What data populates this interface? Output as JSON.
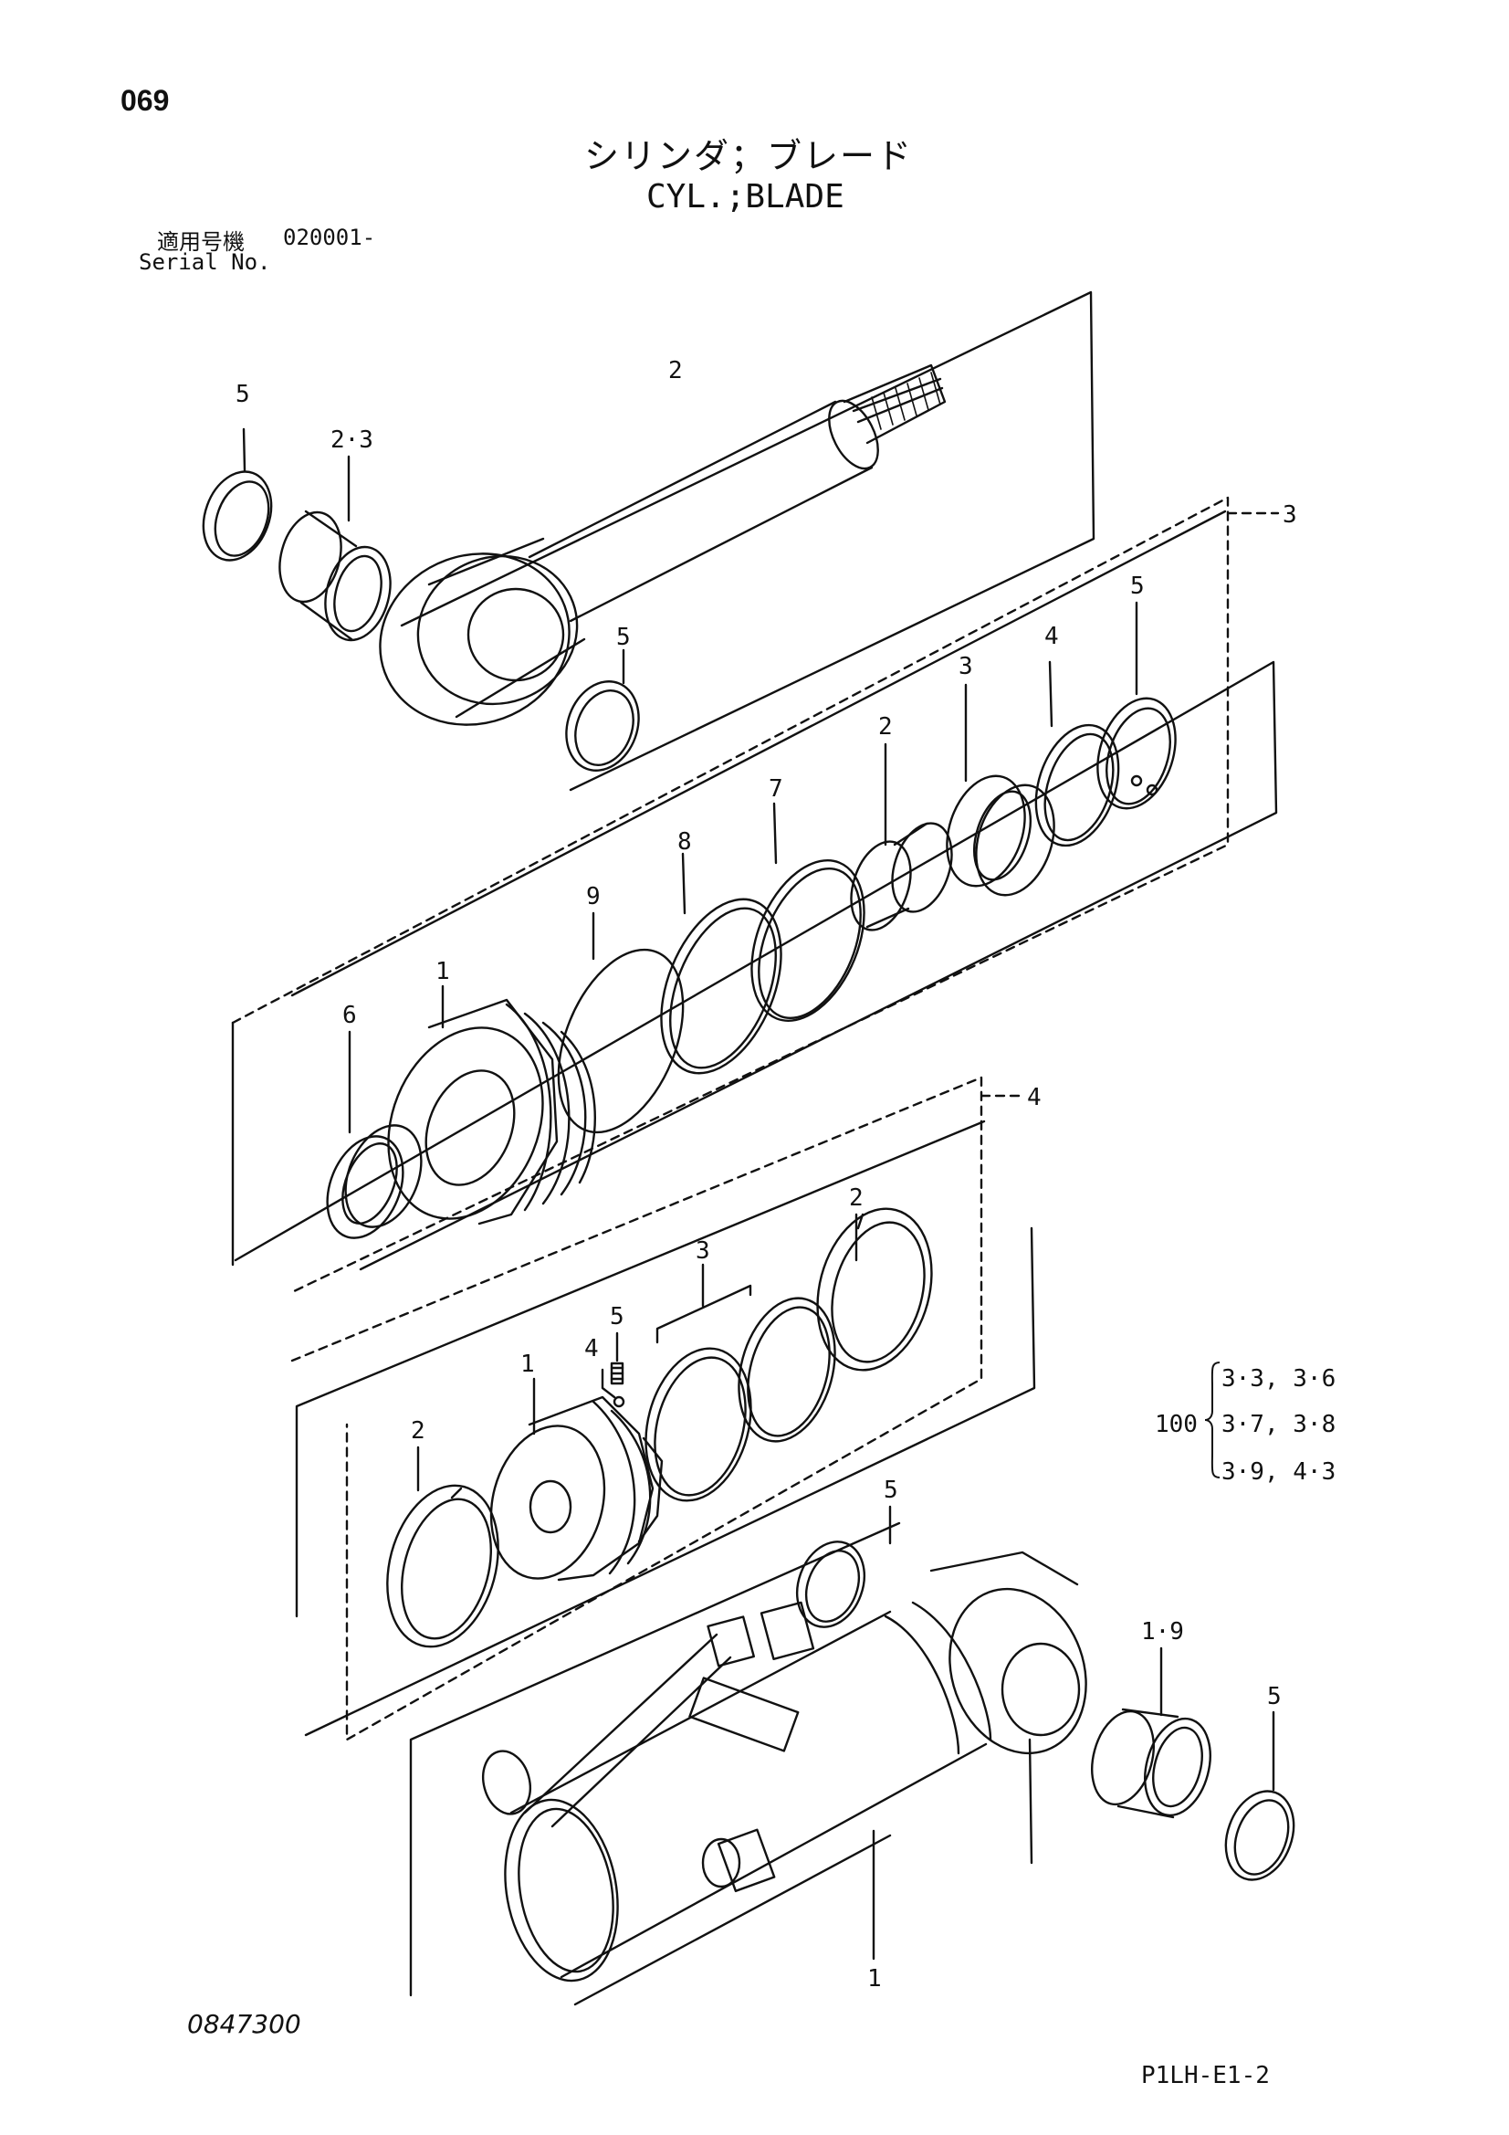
{
  "header": {
    "page_number": "069",
    "title_ja": "シリンダ；ブレード",
    "title_en": "CYL.;BLADE",
    "serial_label_ja": "適用号機",
    "serial_value": "020001-",
    "serial_label_en": "Serial No."
  },
  "footer": {
    "doc_number": "0847300",
    "sheet_code": "P1LH-E1-2"
  },
  "note": {
    "qty": "100",
    "line_a": "3·3, 3·6",
    "line_b": "3·7, 3·8",
    "line_c": "3·9, 4·3"
  },
  "callouts": {
    "rod": "2",
    "rod_ring": "5",
    "rod_bushing": "2·3",
    "rod_eye_ring": "5",
    "head_group": "3",
    "head_retaining_ring": "5",
    "head_backup_ring": "4",
    "head_seal": "3",
    "head_bushing": "2",
    "head_oring_7": "7",
    "head_ring_8": "8",
    "head_oring_9": "9",
    "cylinder_head": "1",
    "head_dust_seal": "6",
    "piston_group": "4",
    "piston_wear_ring_right": "2",
    "piston_seal_set": "3",
    "set_screw": "5",
    "steel_ball": "4",
    "piston": "1",
    "piston_wear_ring_left": "2",
    "tube_ring": "5",
    "tube_bushing": "1·9",
    "tube_end_ring": "5",
    "cylinder_tube": "1"
  },
  "colors": {
    "ink": "#111111",
    "paper": "#ffffff"
  }
}
